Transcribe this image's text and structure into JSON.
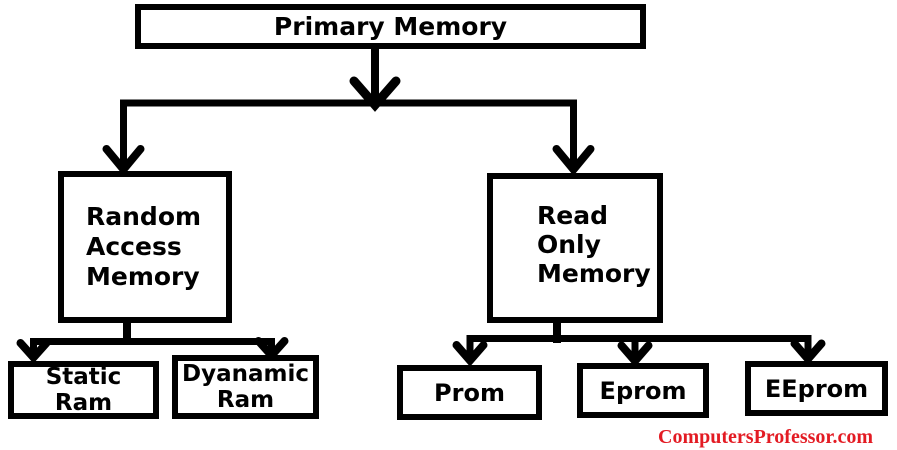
{
  "diagram": {
    "nodes": {
      "primary": {
        "label": "Primary Memory"
      },
      "ram": {
        "label": "Random\nAccess\nMemory"
      },
      "rom": {
        "label": "Read\nOnly\nMemory"
      },
      "static_ram": {
        "label": "Static Ram"
      },
      "dynamic_ram": {
        "label": "Dyanamic\nRam"
      },
      "prom": {
        "label": "Prom"
      },
      "eprom": {
        "label": "Eprom"
      },
      "eeprom": {
        "label": "EEprom"
      }
    },
    "colors": {
      "line": "#000000",
      "background": "#ffffff",
      "watermark": "#e31b23"
    },
    "watermark": {
      "text": "ComputersProfessor.com"
    }
  }
}
